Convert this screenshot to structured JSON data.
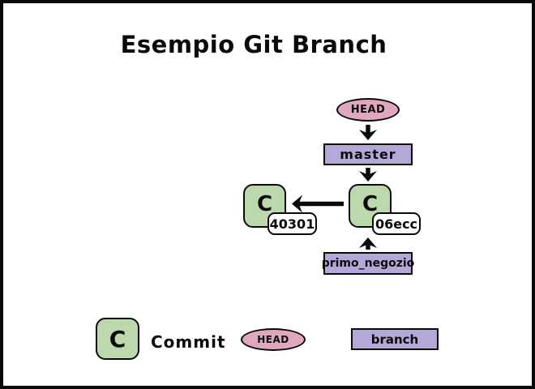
{
  "title": "Esempio Git Branch",
  "diagram": {
    "head_label": "HEAD",
    "master_label": "master",
    "commit_letter": "C",
    "commit_left_id": "40301",
    "commit_right_id": "06ecc",
    "bottom_branch_label": "primo_negozio"
  },
  "legend": {
    "commit_letter": "C",
    "commit_label": "Commit",
    "head_label": "HEAD",
    "branch_label": "branch"
  },
  "colors": {
    "commit_fill": "#bcd8ac",
    "head_fill": "#dfa8be",
    "branch_fill": "#b3a8d7",
    "outline": "#0a0a0a",
    "background": "#ffffff"
  }
}
